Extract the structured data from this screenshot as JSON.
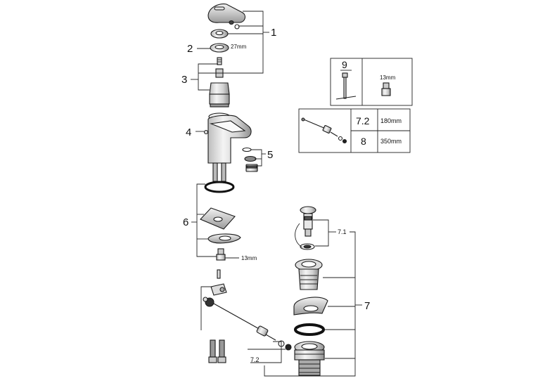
{
  "callouts": {
    "c1": "1",
    "c2": "2",
    "c3": "3",
    "c4": "4",
    "c5": "5",
    "c6": "6",
    "c7": "7",
    "c71": "7.1",
    "c72": "7.2"
  },
  "dims": {
    "ring": "27mm",
    "nut": "13mm"
  },
  "table": {
    "top": {
      "number": "9",
      "dim": "13mm"
    },
    "bottom": {
      "rows": [
        {
          "number": "7.2",
          "length": "180mm"
        },
        {
          "number": "8",
          "length": "350mm"
        }
      ]
    }
  }
}
